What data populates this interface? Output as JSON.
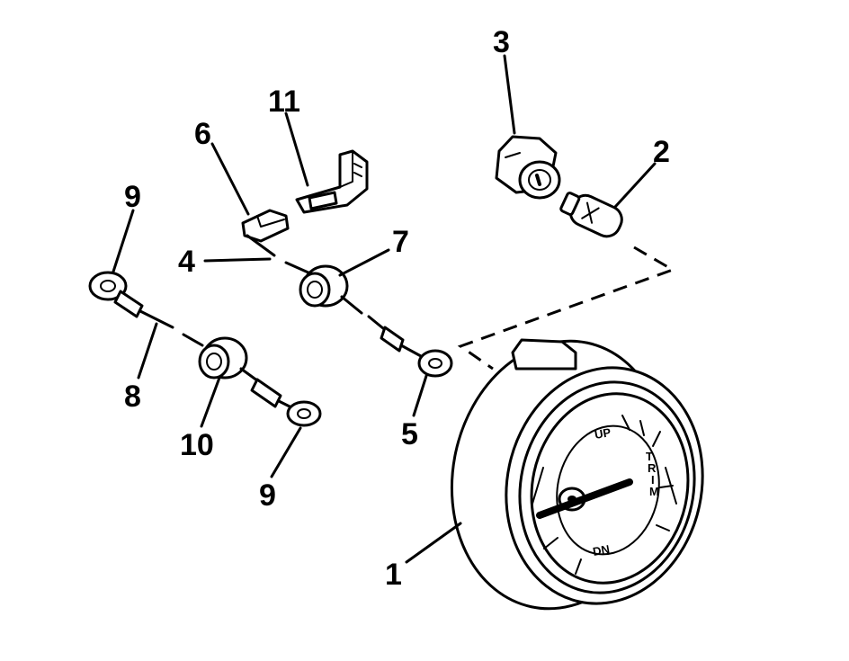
{
  "diagram": {
    "callouts": [
      {
        "id": "1",
        "text": "1"
      },
      {
        "id": "2",
        "text": "2"
      },
      {
        "id": "3",
        "text": "3"
      },
      {
        "id": "4",
        "text": "4"
      },
      {
        "id": "5",
        "text": "5"
      },
      {
        "id": "6",
        "text": "6"
      },
      {
        "id": "7",
        "text": "7"
      },
      {
        "id": "8",
        "text": "8"
      },
      {
        "id": "9a",
        "text": "9"
      },
      {
        "id": "9b",
        "text": "9"
      },
      {
        "id": "10",
        "text": "10"
      },
      {
        "id": "11",
        "text": "11"
      }
    ],
    "gauge_face": {
      "up_label": "UP",
      "down_label": "DN",
      "trim_label": [
        "T",
        "R",
        "I",
        "M"
      ]
    }
  }
}
